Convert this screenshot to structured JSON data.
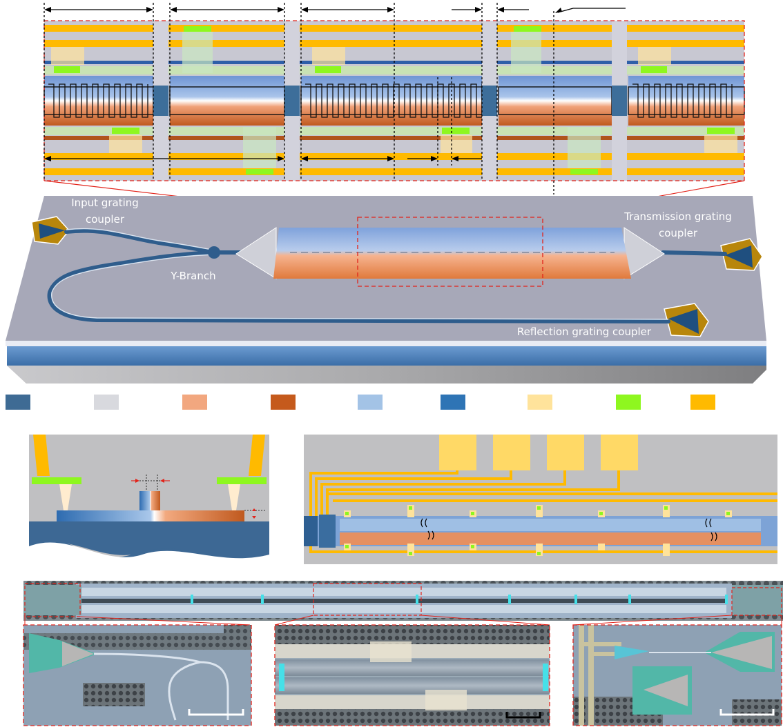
{
  "labels": {
    "input": [
      "Input grating",
      "coupler"
    ],
    "transmission": [
      "Transmission grating",
      "coupler"
    ],
    "ybranch": "Y-Branch",
    "reflection": "Reflection grating coupler"
  },
  "colors": {
    "substrate_blue": "#3e6b94",
    "cladding_gray": "#d8d9de",
    "p_doped": "#f2a77f",
    "n_doped": "#c55a1c",
    "rib_light": "#a3c3e6",
    "waveguide": "#2e74b5",
    "via_light": "#ffe39b",
    "contact_green": "#8ef71f",
    "metal_orange": "#ffba00"
  },
  "legend_swatches": [
    "substrate_blue",
    "cladding_gray",
    "p_doped",
    "n_doped",
    "rib_light",
    "waveguide",
    "via_light",
    "contact_green",
    "metal_orange"
  ]
}
